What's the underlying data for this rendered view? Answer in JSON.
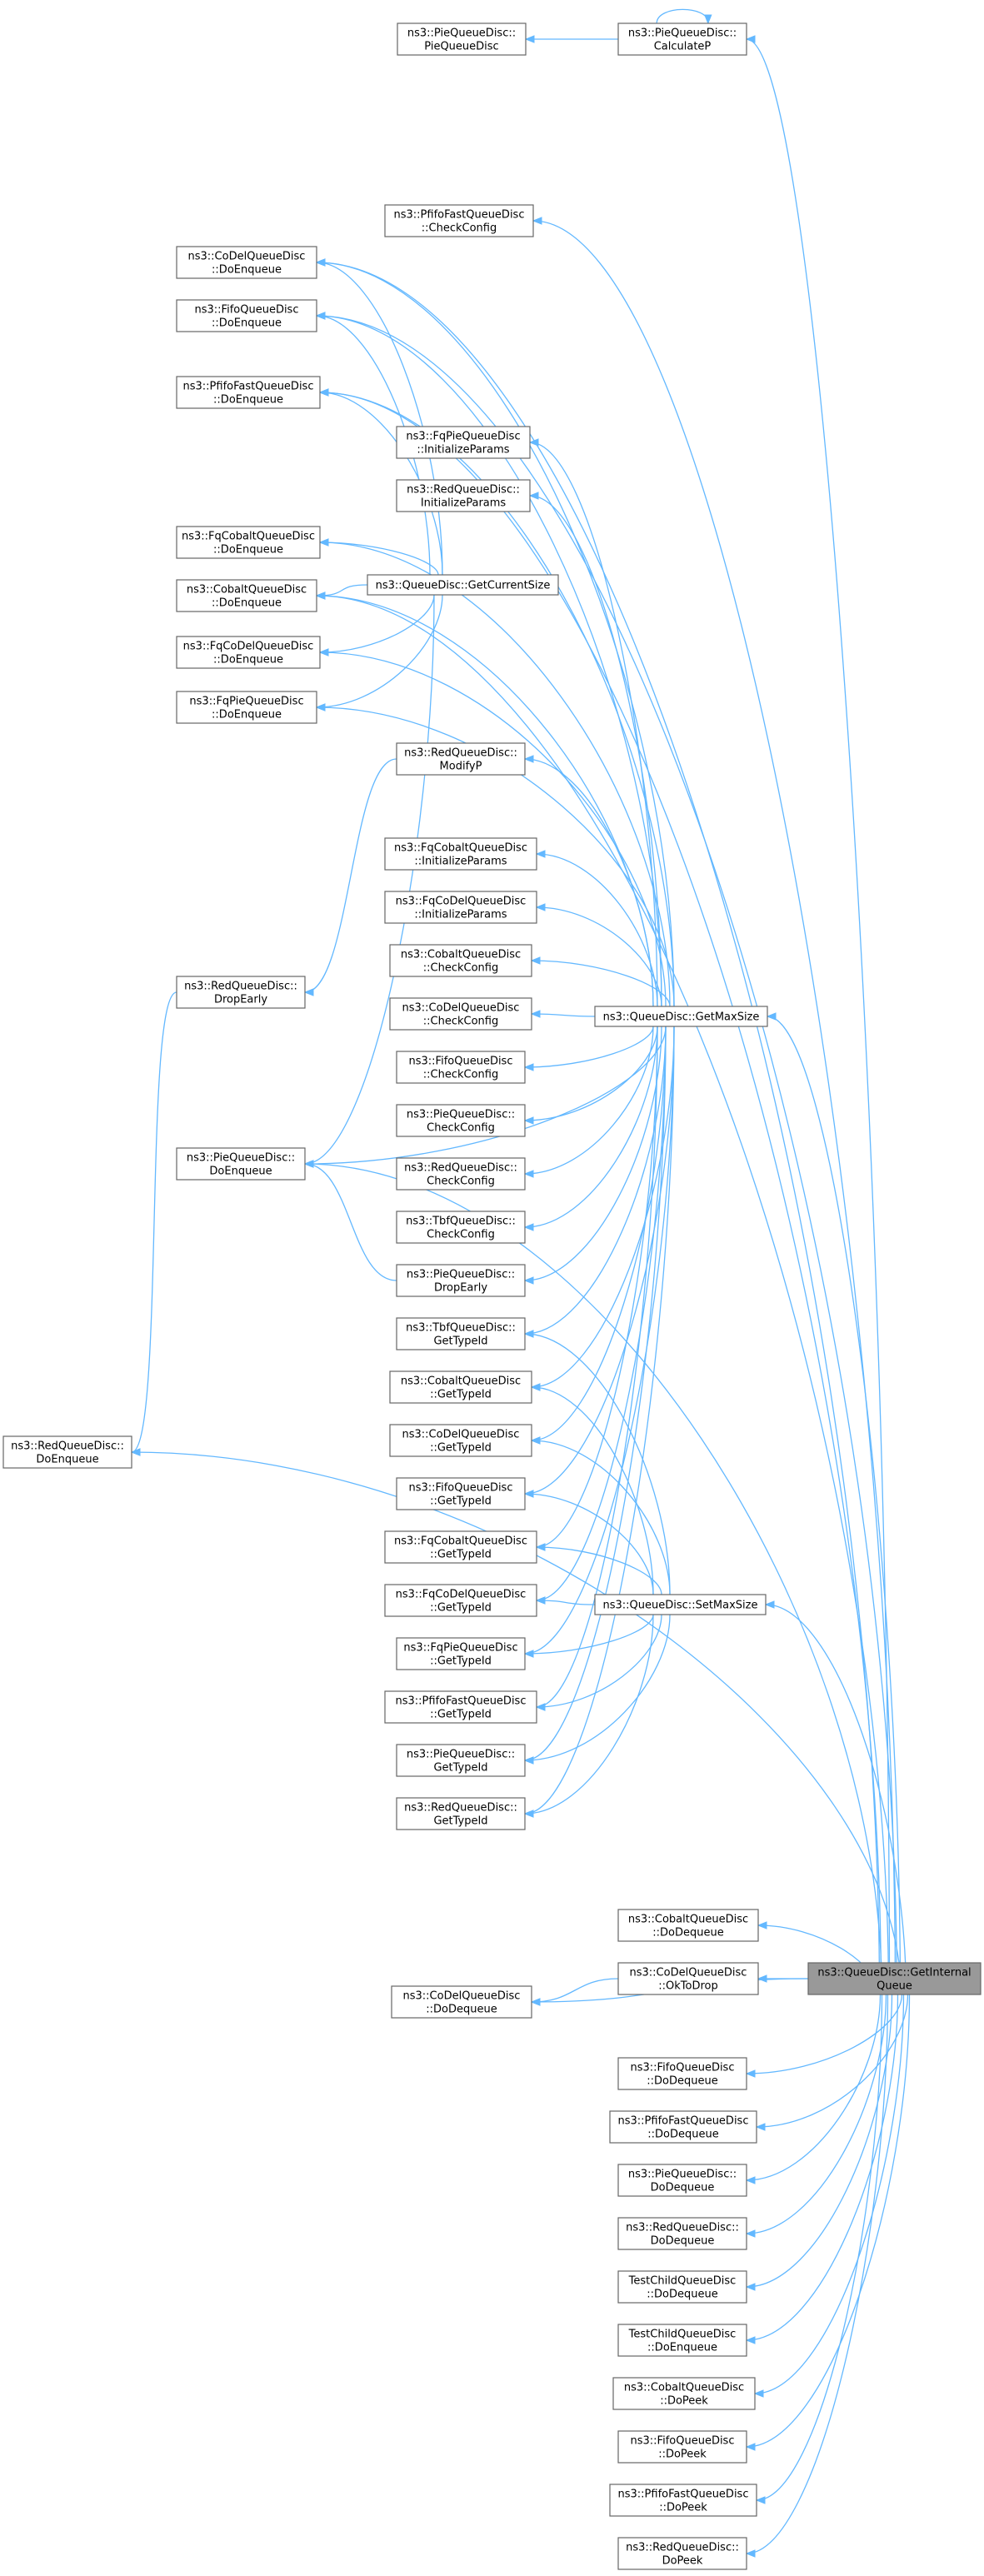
{
  "nodes": {
    "PieQD_ctor": [
      "ns3::PieQueueDisc::",
      "PieQueueDisc"
    ],
    "PieQD_CalculateP": [
      "ns3::PieQueueDisc::",
      "CalculateP"
    ],
    "Pfifo_CheckConfig": [
      "ns3::PfifoFastQueueDisc",
      "::CheckConfig"
    ],
    "CoDel_DoEnqueue": [
      "ns3::CoDelQueueDisc",
      "::DoEnqueue"
    ],
    "Fifo_DoEnqueue": [
      "ns3::FifoQueueDisc",
      "::DoEnqueue"
    ],
    "Pfifo_DoEnqueue": [
      "ns3::PfifoFastQueueDisc",
      "::DoEnqueue"
    ],
    "FqPie_InitializeParams": [
      "ns3::FqPieQueueDisc",
      "::InitializeParams"
    ],
    "Red_InitializeParams": [
      "ns3::RedQueueDisc::",
      "InitializeParams"
    ],
    "FqCobalt_DoEnqueue": [
      "ns3::FqCobaltQueueDisc",
      "::DoEnqueue"
    ],
    "GetCurrentSize": [
      "ns3::QueueDisc::GetCurrentSize"
    ],
    "Cobalt_DoEnqueue": [
      "ns3::CobaltQueueDisc",
      "::DoEnqueue"
    ],
    "FqCoDel_DoEnqueue": [
      "ns3::FqCoDelQueueDisc",
      "::DoEnqueue"
    ],
    "FqPie_DoEnqueue": [
      "ns3::FqPieQueueDisc",
      "::DoEnqueue"
    ],
    "Red_ModifyP": [
      "ns3::RedQueueDisc::",
      "ModifyP"
    ],
    "FqCobalt_InitializeParams": [
      "ns3::FqCobaltQueueDisc",
      "::InitializeParams"
    ],
    "FqCoDel_InitializeParams": [
      "ns3::FqCoDelQueueDisc",
      "::InitializeParams"
    ],
    "Red_DropEarly": [
      "ns3::RedQueueDisc::",
      "DropEarly"
    ],
    "Cobalt_CheckConfig": [
      "ns3::CobaltQueueDisc",
      "::CheckConfig"
    ],
    "GetMaxSize": [
      "ns3::QueueDisc::GetMaxSize"
    ],
    "CoDel_CheckConfig": [
      "ns3::CoDelQueueDisc",
      "::CheckConfig"
    ],
    "Fifo_CheckConfig": [
      "ns3::FifoQueueDisc",
      "::CheckConfig"
    ],
    "Pie_CheckConfig": [
      "ns3::PieQueueDisc::",
      "CheckConfig"
    ],
    "Pie_DoEnqueue": [
      "ns3::PieQueueDisc::",
      "DoEnqueue"
    ],
    "Red_CheckConfig": [
      "ns3::RedQueueDisc::",
      "CheckConfig"
    ],
    "Tbf_CheckConfig": [
      "ns3::TbfQueueDisc::",
      "CheckConfig"
    ],
    "Pie_DropEarly": [
      "ns3::PieQueueDisc::",
      "DropEarly"
    ],
    "Tbf_GetTypeId": [
      "ns3::TbfQueueDisc::",
      "GetTypeId"
    ],
    "Cobalt_GetTypeId": [
      "ns3::CobaltQueueDisc",
      "::GetTypeId"
    ],
    "Red_DoEnqueue": [
      "ns3::RedQueueDisc::",
      "DoEnqueue"
    ],
    "CoDel_GetTypeId": [
      "ns3::CoDelQueueDisc",
      "::GetTypeId"
    ],
    "Fifo_GetTypeId": [
      "ns3::FifoQueueDisc",
      "::GetTypeId"
    ],
    "FqCobalt_GetTypeId": [
      "ns3::FqCobaltQueueDisc",
      "::GetTypeId"
    ],
    "FqCoDel_GetTypeId": [
      "ns3::FqCoDelQueueDisc",
      "::GetTypeId"
    ],
    "SetMaxSize": [
      "ns3::QueueDisc::SetMaxSize"
    ],
    "FqPie_GetTypeId": [
      "ns3::FqPieQueueDisc",
      "::GetTypeId"
    ],
    "Pfifo_GetTypeId": [
      "ns3::PfifoFastQueueDisc",
      "::GetTypeId"
    ],
    "Pie_GetTypeId": [
      "ns3::PieQueueDisc::",
      "GetTypeId"
    ],
    "Red_GetTypeId": [
      "ns3::RedQueueDisc::",
      "GetTypeId"
    ],
    "Cobalt_DoDequeue": [
      "ns3::CobaltQueueDisc",
      "::DoDequeue"
    ],
    "CoDel_OkToDrop": [
      "ns3::CoDelQueueDisc",
      "::OkToDrop"
    ],
    "GetInternalQueue": [
      "ns3::QueueDisc::GetInternal",
      "Queue"
    ],
    "CoDel_DoDequeue": [
      "ns3::CoDelQueueDisc",
      "::DoDequeue"
    ],
    "Fifo_DoDequeue": [
      "ns3::FifoQueueDisc",
      "::DoDequeue"
    ],
    "Pfifo_DoDequeue": [
      "ns3::PfifoFastQueueDisc",
      "::DoDequeue"
    ],
    "Pie_DoDequeue": [
      "ns3::PieQueueDisc::",
      "DoDequeue"
    ],
    "Red_DoDequeue": [
      "ns3::RedQueueDisc::",
      "DoDequeue"
    ],
    "TestChild_DoDequeue": [
      "TestChildQueueDisc",
      "::DoDequeue"
    ],
    "TestChild_DoEnqueue": [
      "TestChildQueueDisc",
      "::DoEnqueue"
    ],
    "Cobalt_DoPeek": [
      "ns3::CobaltQueueDisc",
      "::DoPeek"
    ],
    "Fifo_DoPeek": [
      "ns3::FifoQueueDisc",
      "::DoPeek"
    ],
    "Pfifo_DoPeek": [
      "ns3::PfifoFastQueueDisc",
      "::DoPeek"
    ],
    "Red_DoPeek": [
      "ns3::RedQueueDisc::",
      "DoPeek"
    ]
  },
  "edges": [
    [
      "PieQD_ctor",
      "PieQD_CalculateP"
    ],
    [
      "PieQD_CalculateP",
      "PieQD_CalculateP"
    ],
    [
      "PieQD_CalculateP",
      "GetInternalQueue"
    ],
    [
      "Pfifo_CheckConfig",
      "GetInternalQueue"
    ],
    [
      "CoDel_DoEnqueue",
      "GetCurrentSize"
    ],
    [
      "CoDel_DoEnqueue",
      "GetMaxSize"
    ],
    [
      "CoDel_DoEnqueue",
      "GetInternalQueue"
    ],
    [
      "Fifo_DoEnqueue",
      "GetCurrentSize"
    ],
    [
      "Fifo_DoEnqueue",
      "GetMaxSize"
    ],
    [
      "Fifo_DoEnqueue",
      "GetInternalQueue"
    ],
    [
      "Pfifo_DoEnqueue",
      "GetCurrentSize"
    ],
    [
      "Pfifo_DoEnqueue",
      "GetMaxSize"
    ],
    [
      "Pfifo_DoEnqueue",
      "GetInternalQueue"
    ],
    [
      "FqPie_InitializeParams",
      "GetMaxSize"
    ],
    [
      "Red_InitializeParams",
      "GetMaxSize"
    ],
    [
      "FqCobalt_DoEnqueue",
      "GetCurrentSize"
    ],
    [
      "FqCobalt_DoEnqueue",
      "GetMaxSize"
    ],
    [
      "Cobalt_DoEnqueue",
      "GetCurrentSize"
    ],
    [
      "Cobalt_DoEnqueue",
      "GetMaxSize"
    ],
    [
      "Cobalt_DoEnqueue",
      "GetInternalQueue"
    ],
    [
      "FqCoDel_DoEnqueue",
      "GetCurrentSize"
    ],
    [
      "FqCoDel_DoEnqueue",
      "GetMaxSize"
    ],
    [
      "FqPie_DoEnqueue",
      "GetCurrentSize"
    ],
    [
      "FqPie_DoEnqueue",
      "GetMaxSize"
    ],
    [
      "Red_ModifyP",
      "GetMaxSize"
    ],
    [
      "FqCobalt_InitializeParams",
      "GetMaxSize"
    ],
    [
      "FqCoDel_InitializeParams",
      "GetMaxSize"
    ],
    [
      "Red_DropEarly",
      "Red_ModifyP"
    ],
    [
      "Cobalt_CheckConfig",
      "GetMaxSize"
    ],
    [
      "CoDel_CheckConfig",
      "GetMaxSize"
    ],
    [
      "Fifo_CheckConfig",
      "GetMaxSize"
    ],
    [
      "Pie_CheckConfig",
      "GetMaxSize"
    ],
    [
      "Pie_DoEnqueue",
      "GetCurrentSize"
    ],
    [
      "Pie_DoEnqueue",
      "GetMaxSize"
    ],
    [
      "Pie_DoEnqueue",
      "Pie_DropEarly"
    ],
    [
      "Pie_DoEnqueue",
      "GetInternalQueue"
    ],
    [
      "Red_CheckConfig",
      "GetMaxSize"
    ],
    [
      "Tbf_CheckConfig",
      "GetMaxSize"
    ],
    [
      "Pie_DropEarly",
      "GetMaxSize"
    ],
    [
      "Tbf_GetTypeId",
      "GetMaxSize"
    ],
    [
      "Tbf_GetTypeId",
      "SetMaxSize"
    ],
    [
      "Cobalt_GetTypeId",
      "GetMaxSize"
    ],
    [
      "Cobalt_GetTypeId",
      "SetMaxSize"
    ],
    [
      "Red_DoEnqueue",
      "Red_DropEarly"
    ],
    [
      "Red_DoEnqueue",
      "GetInternalQueue"
    ],
    [
      "CoDel_GetTypeId",
      "GetMaxSize"
    ],
    [
      "CoDel_GetTypeId",
      "SetMaxSize"
    ],
    [
      "Fifo_GetTypeId",
      "GetMaxSize"
    ],
    [
      "Fifo_GetTypeId",
      "SetMaxSize"
    ],
    [
      "FqCobalt_GetTypeId",
      "GetMaxSize"
    ],
    [
      "FqCobalt_GetTypeId",
      "SetMaxSize"
    ],
    [
      "FqCoDel_GetTypeId",
      "GetMaxSize"
    ],
    [
      "FqCoDel_GetTypeId",
      "SetMaxSize"
    ],
    [
      "FqPie_GetTypeId",
      "GetMaxSize"
    ],
    [
      "FqPie_GetTypeId",
      "SetMaxSize"
    ],
    [
      "Pfifo_GetTypeId",
      "GetMaxSize"
    ],
    [
      "Pfifo_GetTypeId",
      "SetMaxSize"
    ],
    [
      "Pie_GetTypeId",
      "GetMaxSize"
    ],
    [
      "Pie_GetTypeId",
      "SetMaxSize"
    ],
    [
      "Red_GetTypeId",
      "GetMaxSize"
    ],
    [
      "Red_GetTypeId",
      "SetMaxSize"
    ],
    [
      "GetMaxSize",
      "GetInternalQueue"
    ],
    [
      "SetMaxSize",
      "GetInternalQueue"
    ],
    [
      "Cobalt_DoDequeue",
      "GetInternalQueue"
    ],
    [
      "CoDel_DoDequeue",
      "CoDel_OkToDrop"
    ],
    [
      "CoDel_DoDequeue",
      "GetInternalQueue"
    ],
    [
      "CoDel_OkToDrop",
      "GetInternalQueue"
    ],
    [
      "Fifo_DoDequeue",
      "GetInternalQueue"
    ],
    [
      "Pfifo_DoDequeue",
      "GetInternalQueue"
    ],
    [
      "Pie_DoDequeue",
      "GetInternalQueue"
    ],
    [
      "Red_DoDequeue",
      "GetInternalQueue"
    ],
    [
      "TestChild_DoDequeue",
      "GetInternalQueue"
    ],
    [
      "TestChild_DoEnqueue",
      "GetInternalQueue"
    ],
    [
      "Cobalt_DoPeek",
      "GetInternalQueue"
    ],
    [
      "Fifo_DoPeek",
      "GetInternalQueue"
    ],
    [
      "Pfifo_DoPeek",
      "GetInternalQueue"
    ],
    [
      "Red_DoPeek",
      "GetInternalQueue"
    ]
  ]
}
